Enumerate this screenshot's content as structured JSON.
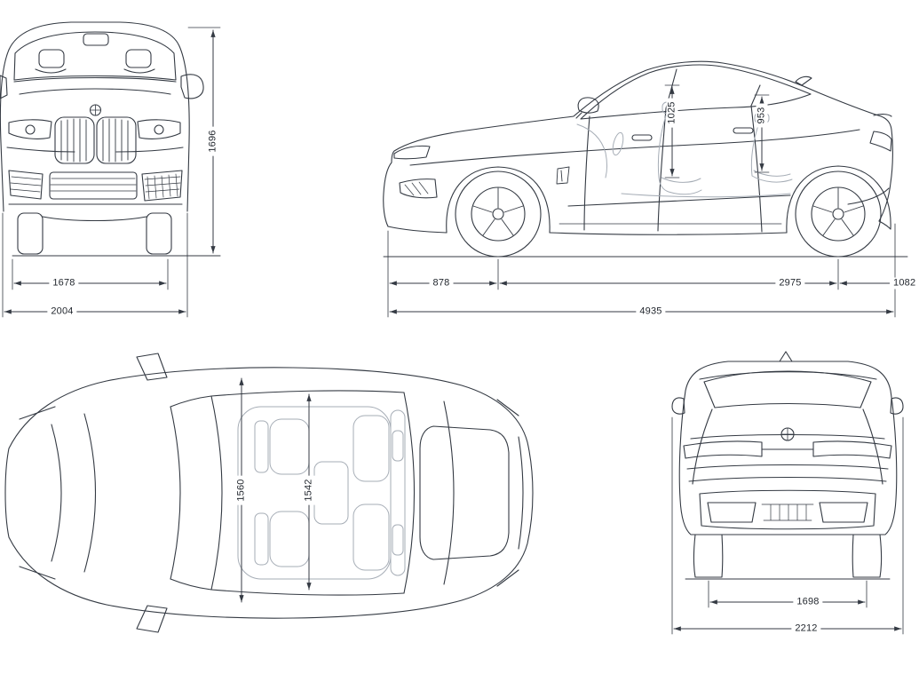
{
  "colors": {
    "line": "#343a43",
    "interior_line": "#a6adb6",
    "background": "#ffffff",
    "text": "#23282f"
  },
  "views": {
    "front": {
      "dims": {
        "overall_height": "1696",
        "front_track": "1678",
        "overall_width": "2004"
      }
    },
    "side": {
      "dims": {
        "front_interior_height": "1025",
        "rear_interior_height": "953",
        "front_overhang": "878",
        "wheelbase": "2975",
        "rear_overhang": "1082",
        "overall_length": "4935"
      }
    },
    "top": {
      "dims": {
        "front_shoulder_width": "1560",
        "rear_shoulder_width": "1542"
      }
    },
    "rear": {
      "dims": {
        "rear_track": "1698",
        "width_incl_mirrors": "2212"
      }
    }
  }
}
